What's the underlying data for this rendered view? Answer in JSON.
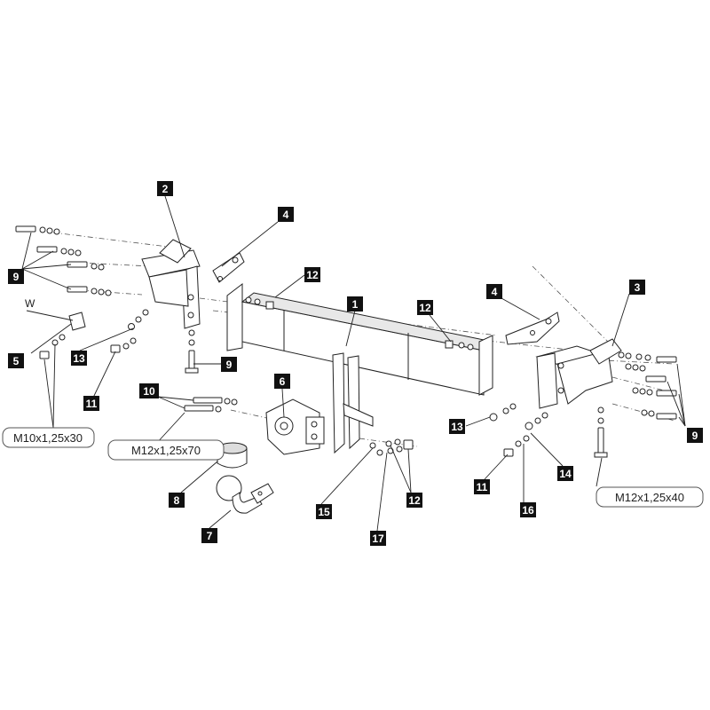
{
  "callouts": {
    "c1": "1",
    "c2": "2",
    "c3": "3",
    "c4a": "4",
    "c4b": "4",
    "c5": "5",
    "c6": "6",
    "c7": "7",
    "c8": "8",
    "c9a": "9",
    "c9b": "9",
    "c9c": "9",
    "c10": "10",
    "c11a": "11",
    "c11b": "11",
    "c12a": "12",
    "c12b": "12",
    "c12c": "12",
    "c13a": "13",
    "c13b": "13",
    "c14": "14",
    "c15": "15",
    "c16": "16",
    "c17": "17"
  },
  "dimensions": {
    "m10": "M10x1,25x30",
    "m12_70": "M12x1,25x70",
    "m12_40": "M12x1,25x40"
  },
  "labels": {
    "w": "W"
  },
  "colors": {
    "callout_bg": "#111111",
    "line": "#222222",
    "part_fill": "#ffffff",
    "shade": "#cfcfcf"
  }
}
